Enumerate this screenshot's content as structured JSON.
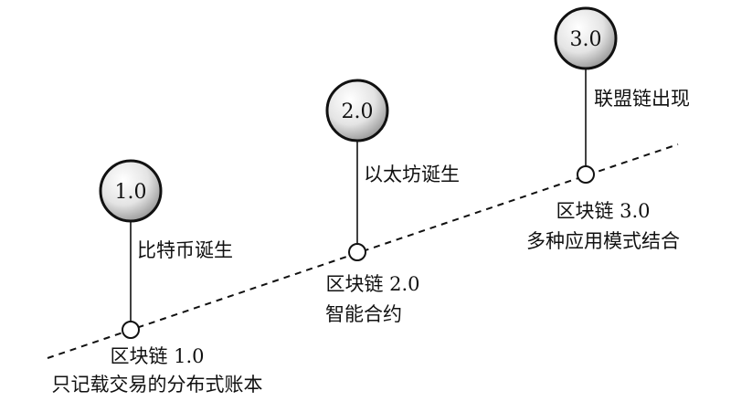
{
  "timeline": {
    "milestones": [
      {
        "version": "1.0",
        "event": "比特币诞生",
        "era_title": "区块链 1.0",
        "era_desc": "只记载交易的分布式账本"
      },
      {
        "version": "2.0",
        "event": "以太坊诞生",
        "era_title": "区块链 2.0",
        "era_desc": "智能合约"
      },
      {
        "version": "3.0",
        "event": "联盟链出现",
        "era_title": "区块链 3.0",
        "era_desc": "多种应用模式结合"
      }
    ]
  }
}
